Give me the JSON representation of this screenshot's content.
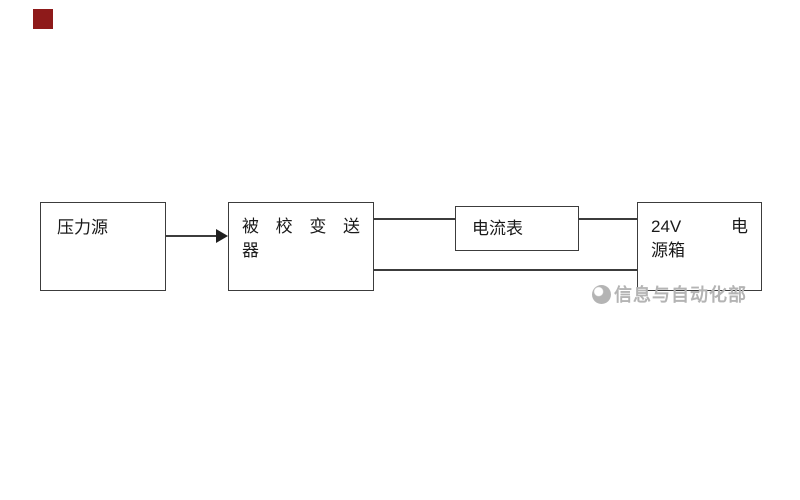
{
  "page": {
    "background_color": "#ffffff"
  },
  "decor": {
    "corner_square_color": "#8e1a1a"
  },
  "diagram": {
    "pressure_source": {
      "label": "压力源"
    },
    "transmitter": {
      "line1": "被 校 变 送",
      "line2": "器"
    },
    "ammeter": {
      "label": "电流表"
    },
    "power_box": {
      "line1": "24V 电",
      "line2": "源箱"
    },
    "line_color": "#3c3c3c"
  },
  "watermark": {
    "text": "信息与自动化部",
    "color": "#b4b4b4"
  }
}
